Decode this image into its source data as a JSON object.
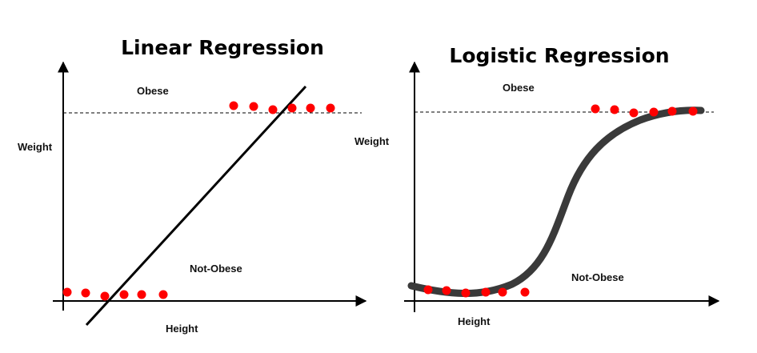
{
  "colors": {
    "background": "#ffffff",
    "axis": "#000000",
    "point": "#ff0000",
    "linear_fit": "#000000",
    "logistic_curve": "#3a3a3a",
    "threshold": "#000000"
  },
  "linear": {
    "title": "Linear Regression",
    "y_label": "Weight",
    "x_label": "Height",
    "top_class": "Obese",
    "bottom_class": "Not-Obese"
  },
  "logistic": {
    "title": "Logistic Regression",
    "y_label": "Weight",
    "x_label": "Height",
    "top_class": "Obese",
    "bottom_class": "Not-Obese"
  }
}
